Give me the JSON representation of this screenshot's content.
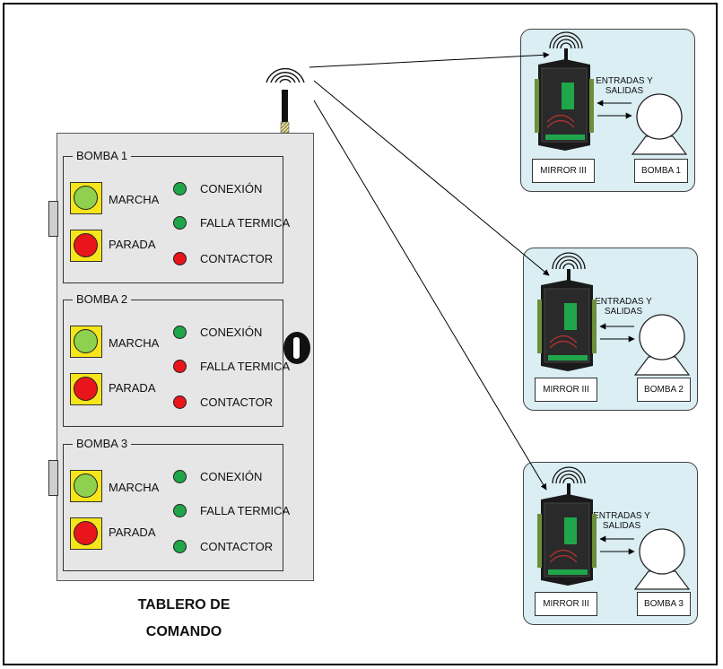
{
  "panel": {
    "caption_line1": "TABLERO DE",
    "caption_line2": "COMANDO",
    "groups": [
      {
        "title": "BOMBA 1",
        "start": "MARCHA",
        "stop": "PARADA",
        "indicators": [
          {
            "label": "CONEXIÓN",
            "color": "#1fa64a"
          },
          {
            "label": "FALLA TERMICA",
            "color": "#1fa64a"
          },
          {
            "label": "CONTACTOR",
            "color": "#e8151b"
          }
        ]
      },
      {
        "title": "BOMBA 2",
        "start": "MARCHA",
        "stop": "PARADA",
        "indicators": [
          {
            "label": "CONEXIÓN",
            "color": "#1fa64a"
          },
          {
            "label": "FALLA TERMICA",
            "color": "#e8151b"
          },
          {
            "label": "CONTACTOR",
            "color": "#e8151b"
          }
        ]
      },
      {
        "title": "BOMBA 3",
        "start": "MARCHA",
        "stop": "PARADA",
        "indicators": [
          {
            "label": "CONEXIÓN",
            "color": "#1fa64a"
          },
          {
            "label": "FALLA TERMICA",
            "color": "#1fa64a"
          },
          {
            "label": "CONTACTOR",
            "color": "#1fa64a"
          }
        ]
      }
    ]
  },
  "colors": {
    "start_button": "#8fd14f",
    "stop_button": "#e8151b",
    "button_housing": "#f5e51a",
    "remote_bg": "#daeef3"
  },
  "remotes": [
    {
      "device": "MIRROR III",
      "io_label_line1": "ENTRADAS Y",
      "io_label_line2": "SALIDAS",
      "pump": "BOMBA 1"
    },
    {
      "device": "MIRROR III",
      "io_label_line1": "ENTRADAS Y",
      "io_label_line2": "SALIDAS",
      "pump": "BOMBA 2"
    },
    {
      "device": "MIRROR III",
      "io_label_line1": "ENTRADAS Y",
      "io_label_line2": "SALIDAS",
      "pump": "BOMBA 3"
    }
  ]
}
